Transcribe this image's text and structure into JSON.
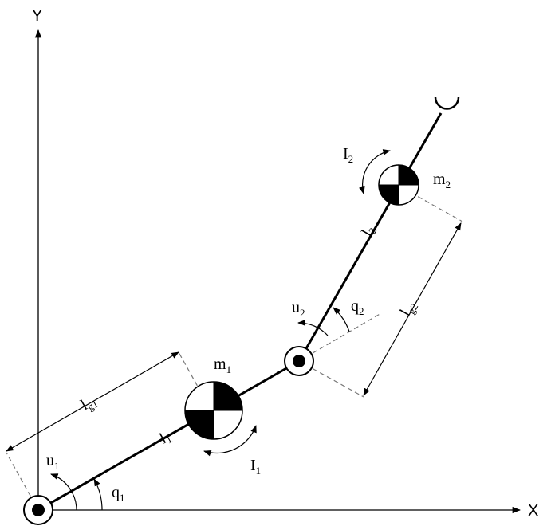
{
  "axes": {
    "x_label": "X",
    "y_label": "Y"
  },
  "link1": {
    "length_symbol": "l",
    "length_sub": "1",
    "cog_symbol": "l",
    "cog_sub": "g1",
    "mass_symbol": "m",
    "mass_sub": "1",
    "inertia_symbol": "I",
    "inertia_sub": "1"
  },
  "link2": {
    "length_symbol": "l",
    "length_sub": "2",
    "cog_symbol": "l",
    "cog_sub": "g2",
    "mass_symbol": "m",
    "mass_sub": "2",
    "inertia_symbol": "I",
    "inertia_sub": "2"
  },
  "joint1": {
    "angle_symbol": "q",
    "angle_sub": "1",
    "torque_symbol": "u",
    "torque_sub": "1"
  },
  "joint2": {
    "angle_symbol": "q",
    "angle_sub": "2",
    "torque_symbol": "u",
    "torque_sub": "2"
  }
}
